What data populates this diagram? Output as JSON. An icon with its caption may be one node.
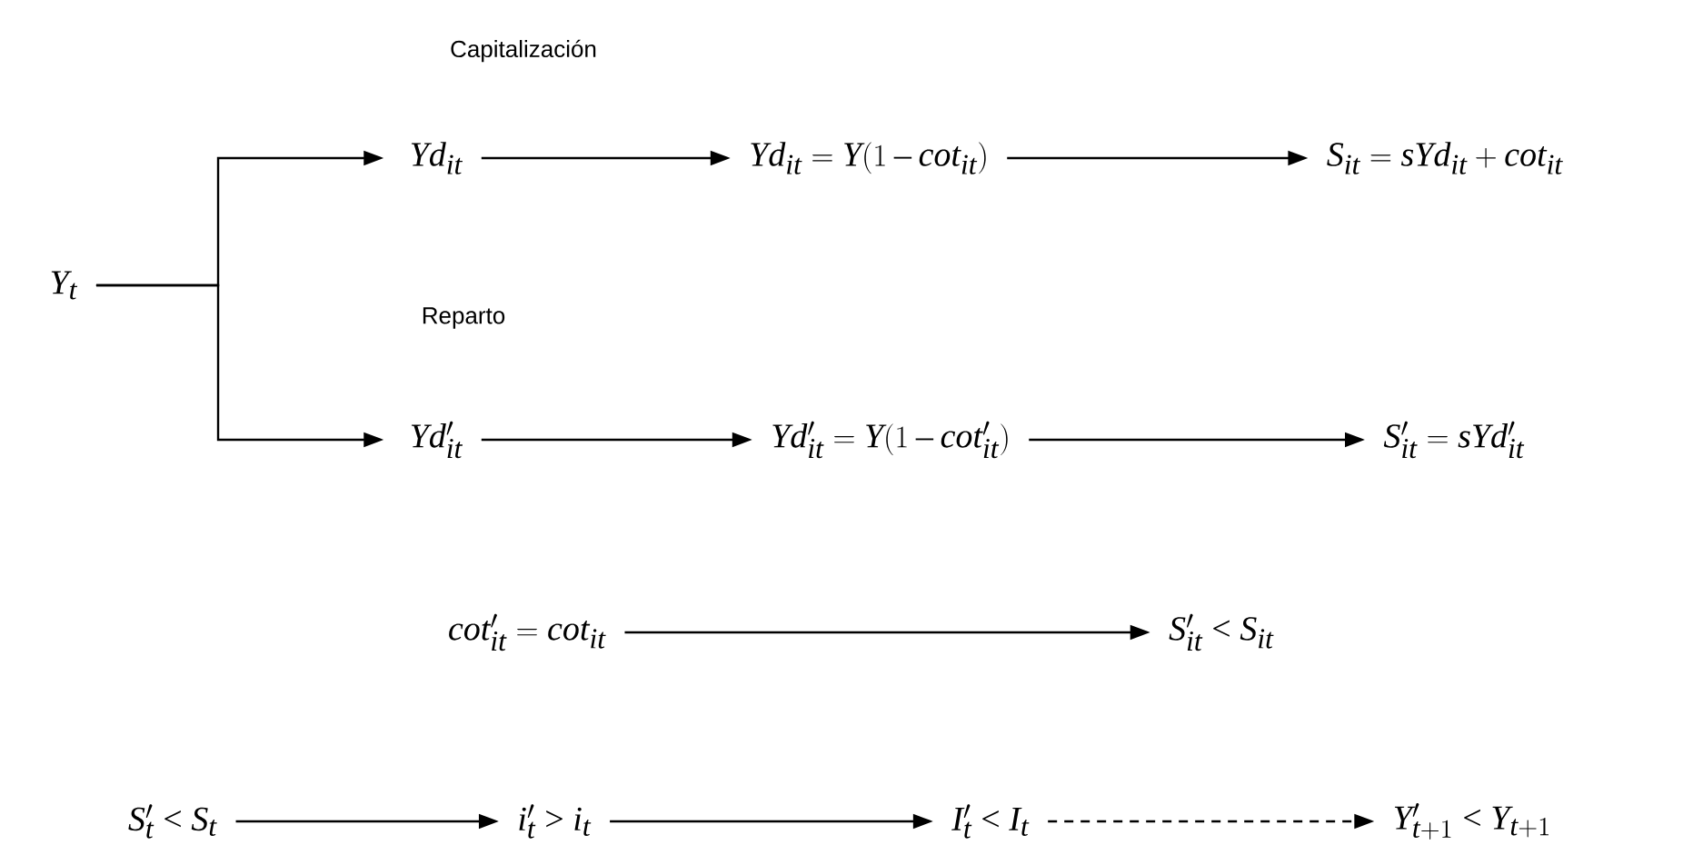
{
  "diagram": {
    "nodes": [
      {
        "text": [
          "Y_t"
        ]
      },
      {
        "text": [
          "Yd_{it}"
        ]
      },
      {
        "text": [
          "Yd_{it} = Y(1 - cot_{it})"
        ]
      },
      {
        "text": [
          "S_{it} = sYd_{it} + cot_{it}"
        ]
      },
      {
        "text": [
          "Yd'_{it}"
        ]
      },
      {
        "text": [
          "Yd'_{it} = Y(1 - cot'_{it})"
        ]
      },
      {
        "text": [
          "S'_{it} = sYd'_{it}"
        ]
      },
      {
        "text": [
          "cot'_{it} = cot_{it}"
        ]
      },
      {
        "text": [
          "S'_{it} < S_{it}"
        ]
      },
      {
        "text": [
          "S'_t < S_t"
        ]
      },
      {
        "text": [
          "i'_t > i_t"
        ]
      },
      {
        "text": [
          "I'_t < I_t"
        ]
      },
      {
        "text": [
          "Y'_{t+1} < Y_{t+1}"
        ]
      }
    ],
    "edges": [
      {
        "from": 0,
        "to": 1,
        "arrow": "to"
      },
      {
        "from": 0,
        "to": 4,
        "arrow": "to"
      },
      {
        "from": 1,
        "to": 2,
        "arrow": "to"
      },
      {
        "from": 2,
        "to": 3,
        "arrow": "to"
      },
      {
        "from": 4,
        "to": 5,
        "arrow": "to"
      },
      {
        "from": 5,
        "to": 6,
        "arrow": "to"
      },
      {
        "from": 7,
        "to": 8,
        "arrow": "to"
      },
      {
        "from": 9,
        "to": 10,
        "arrow": "to"
      },
      {
        "from": 10,
        "to": 11,
        "arrow": "to"
      },
      {
        "from": 11,
        "to": 12,
        "arrow": "to",
        "style": "dashed"
      }
    ],
    "labels": [
      "Capitalización",
      "Reparto"
    ]
  }
}
